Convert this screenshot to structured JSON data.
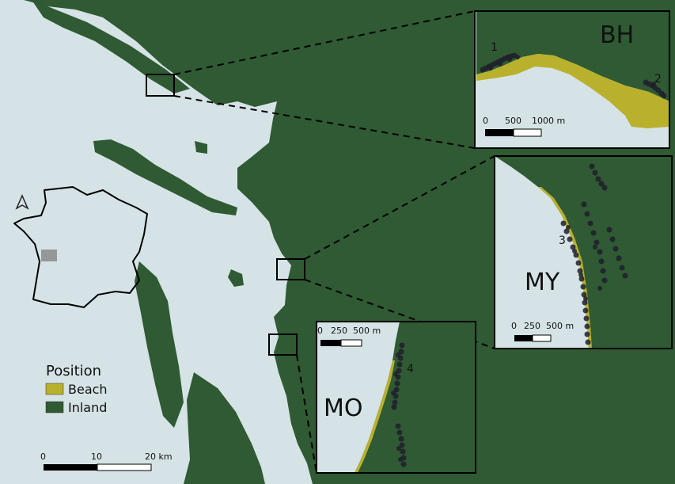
{
  "colors": {
    "water": "#d5e3e6",
    "inland": "#2f5a33",
    "beach": "#b9b12c",
    "points": "#1e1e2c",
    "frame": "#000000"
  },
  "legend": {
    "title": "Position",
    "items": [
      {
        "label": "Beach",
        "color": "#b9b12c"
      },
      {
        "label": "Inland",
        "color": "#2f5a33"
      }
    ]
  },
  "main_scale": {
    "ticks": [
      "0",
      "10",
      "20 km"
    ]
  },
  "north_arrow": {
    "icon": "north-arrow-icon"
  },
  "locator": {
    "icon": "france-outline-icon"
  },
  "insets": {
    "bh": {
      "code": "BH",
      "sites": [
        "1",
        "2"
      ],
      "scale": {
        "ticks": [
          "0",
          "500",
          "1000 m"
        ]
      }
    },
    "my": {
      "code": "MY",
      "sites": [
        "3"
      ],
      "scale": {
        "ticks": [
          "0",
          "250",
          "500 m"
        ]
      }
    },
    "mo": {
      "code": "MO",
      "sites": [
        "4"
      ],
      "scale": {
        "ticks": [
          "0",
          "250",
          "500 m"
        ]
      }
    }
  }
}
